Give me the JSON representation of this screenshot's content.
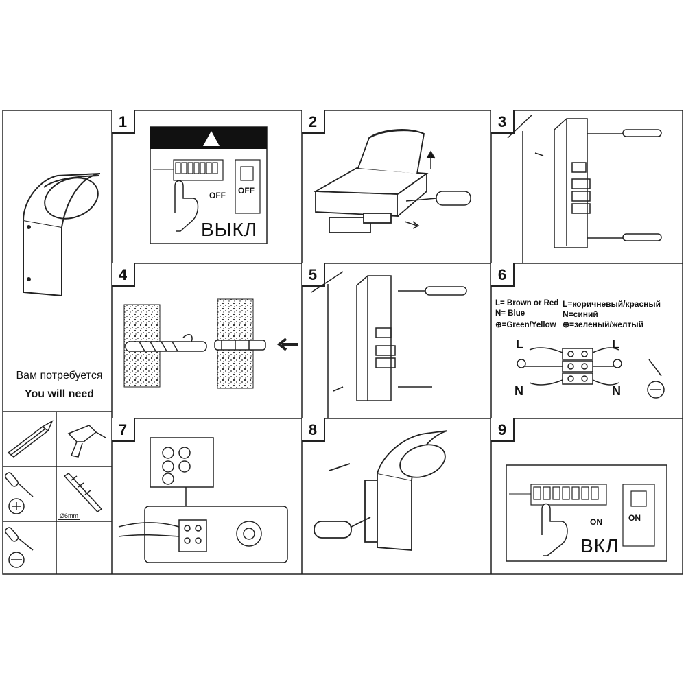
{
  "you_need": {
    "ru": "Вам потребуется",
    "en": "You will need",
    "drill_size": "Ø6mm"
  },
  "steps": [
    {
      "number": "1",
      "switch_label": "OFF",
      "breaker_label": "OFF",
      "ru_label": "ВЫКЛ",
      "warning_glyph": "!"
    },
    {
      "number": "2"
    },
    {
      "number": "3"
    },
    {
      "number": "4"
    },
    {
      "number": "5"
    },
    {
      "number": "6",
      "legend": {
        "l_en": "L= Brown or Red",
        "l_ru": "L=коричневый/красный",
        "n_en": "N= Blue",
        "n_ru": "N=синий",
        "g_en": "⊕=Green/Yellow",
        "g_ru": "⊕=зеленый/желтый"
      },
      "wire_labels": {
        "l_left": "L",
        "l_right": "L",
        "n_left": "N",
        "n_right": "N"
      }
    },
    {
      "number": "7"
    },
    {
      "number": "8"
    },
    {
      "number": "9",
      "switch_label": "ON",
      "breaker_label": "ON",
      "ru_label": "ВКЛ"
    }
  ],
  "icons": [
    "warning-triangle-icon",
    "pencil-icon",
    "drill-icon",
    "phillips-screwdriver-icon",
    "drill-bit-icon",
    "flathead-screwdriver-icon",
    "lamp-icon",
    "hand-icon"
  ]
}
